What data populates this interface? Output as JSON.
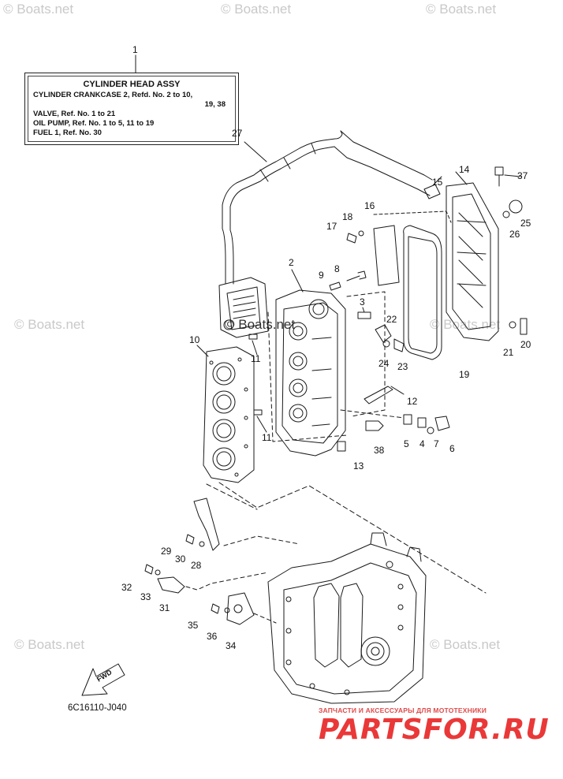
{
  "watermarks": {
    "brand": "© Boats.net"
  },
  "label_box": {
    "ref_number": "1",
    "title": "CYLINDER HEAD ASSY",
    "lines": [
      "CYLINDER CRANKCASE 2,  Refd. No. 2 to 10,",
      "19,  38",
      "VALVE,  Ref. No. 1 to 21",
      "OIL PUMP,  Ref. No. 1 to 5, 11 to 19",
      "FUEL 1,  Ref. No. 30"
    ]
  },
  "callouts": {
    "c2": "2",
    "c3": "3",
    "c4": "4",
    "c5": "5",
    "c6": "6",
    "c7": "7",
    "c8": "8",
    "c9": "9",
    "c10": "10",
    "c11a": "11",
    "c11b": "11",
    "c12": "12",
    "c13": "13",
    "c14": "14",
    "c15": "15",
    "c16": "16",
    "c17": "17",
    "c18": "18",
    "c19": "19",
    "c20": "20",
    "c21": "21",
    "c22": "22",
    "c23": "23",
    "c24": "24",
    "c25": "25",
    "c26": "26",
    "c27": "27",
    "c28": "28",
    "c29": "29",
    "c30": "30",
    "c31": "31",
    "c32": "32",
    "c33": "33",
    "c34": "34",
    "c35": "35",
    "c36": "36",
    "c37": "37",
    "c38": "38"
  },
  "fwd_label": "FWD",
  "diagram_code": "6C16110-J040",
  "brand": {
    "subtitle": "ЗАПЧАСТИ И АКСЕССУАРЫ ДЛЯ МОТОТЕХНИКИ",
    "name": "PARTSFOR.RU"
  },
  "colors": {
    "line": "#1a1a1a",
    "watermark": "#c9c9c9",
    "brand_red": "#ea3838"
  }
}
